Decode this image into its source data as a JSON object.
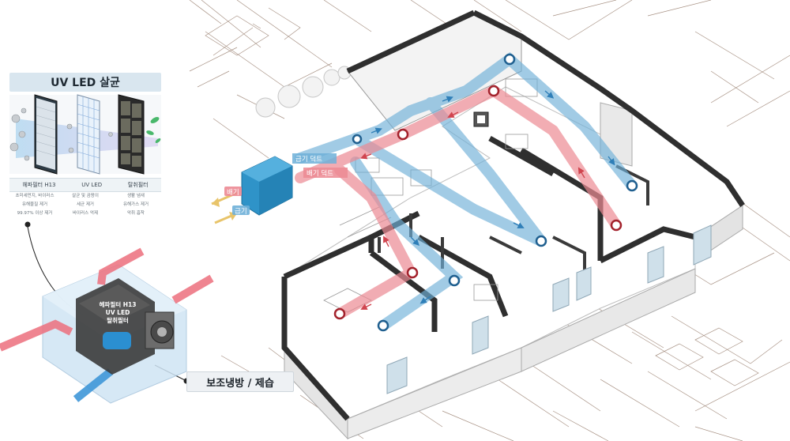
{
  "title": "UV LED 살균",
  "filters": [
    {
      "label": "헤파필터 H13",
      "desc": [
        "초미세먼지, 바이러스",
        "유해물질 제거",
        "99.97% 이상 제거"
      ]
    },
    {
      "label": "UV LED",
      "desc": [
        "살균 및 곰팡이",
        "세균 제거",
        "바이러스 억제"
      ]
    },
    {
      "label": "탈취필터",
      "desc": [
        "생활 냄새",
        "유해가스 제거",
        "악취 흡착"
      ]
    }
  ],
  "unit_labels": [
    "헤파필터 H13",
    "UV LED",
    "탈취필터"
  ],
  "callout": "보조냉방 / 제습",
  "duct_labels": {
    "supply": "급기 덕트",
    "exhaust": "배기 덕트"
  },
  "flow_labels": {
    "exhaust": "배기",
    "supply": "급기"
  },
  "colors": {
    "supply": "#6fb0d8",
    "exhaust": "#ec8a93",
    "unit": "#2f93c8",
    "wall": "#3a3a3a"
  }
}
